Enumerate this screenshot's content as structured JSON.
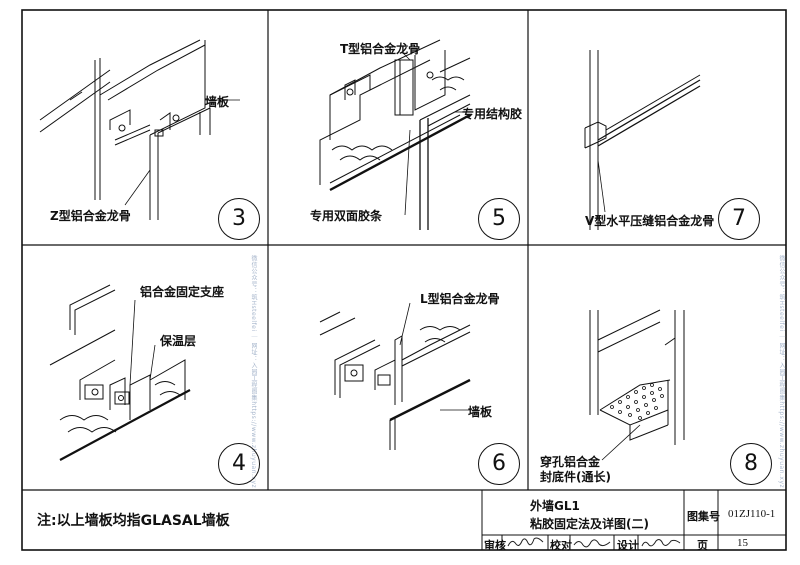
{
  "callouts": {
    "p3_label_top": "墙板",
    "p3_label_bottom": "Z型铝合金龙骨",
    "p5_label_top": "T型铝合金龙骨",
    "p5_label_right": "专用结构胶",
    "p5_label_bottom": "专用双面胶条",
    "p7_label_bottom": "V型水平压缝铝合金龙骨",
    "p4_label_top": "铝合金固定支座",
    "p4_label_mid": "保温层",
    "p6_label_top": "L型铝合金龙骨",
    "p6_label_mid": "墙板",
    "p8_label_line1": "穿孔铝合金",
    "p8_label_line2": "封底件(通长)"
  },
  "detail_numbers": [
    "3",
    "5",
    "7",
    "4",
    "6",
    "8"
  ],
  "note": "注:以上墙板均指GLASAL墙板",
  "title_block": {
    "title_line1": "外墙GL1",
    "title_line2": "粘胶固定法及详图(二)",
    "atlas_label": "图集号",
    "atlas_no": "01ZJ110-1",
    "review_label": "审核",
    "check_label": "校对",
    "design_label": "设计",
    "page_label": "页",
    "page_no": "15"
  },
  "watermark_left": "微信公众号：筑Hsteelfei ｜ 网址：入园工程图集https://www.zhuyuan.xyz",
  "watermark_right": "微信公众号：筑Hsteelfei ｜ 网址：入园工程图集https://www.zhuyuan.xyz"
}
